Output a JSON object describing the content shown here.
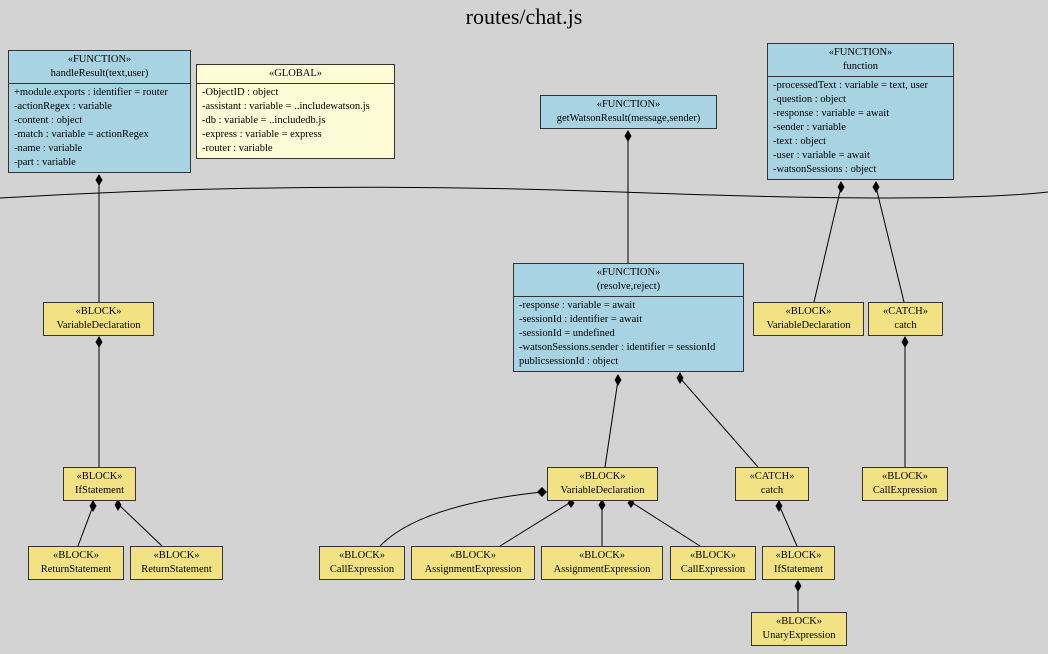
{
  "title": "routes/chat.js",
  "colors": {
    "function": "#a7d3e3",
    "global": "#fefcd6",
    "block": "#f2e283",
    "background": "#d3d3d3"
  },
  "nodes": {
    "handleResult": {
      "stereotype": "«FUNCTION»",
      "name": "handleResult(text,user)",
      "attrs": [
        "+module.exports : identifier = router",
        "-actionRegex : variable",
        "-content : object",
        "-match : variable = actionRegex",
        "-name : variable",
        "-part : variable"
      ]
    },
    "global": {
      "stereotype": "«GLOBAL»",
      "name": "",
      "attrs": [
        "-ObjectID : object",
        "-assistant : variable = ..includewatson.js",
        "-db : variable = ..includedb.js",
        "-express : variable = express",
        "-router : variable"
      ]
    },
    "getWatsonResult": {
      "stereotype": "«FUNCTION»",
      "name": "getWatsonResult(message,sender)"
    },
    "function": {
      "stereotype": "«FUNCTION»",
      "name": "function",
      "attrs": [
        "-processedText : variable = text, user",
        "-question : object",
        "-response : variable = await",
        "-sender : variable",
        "-text : object",
        "-user : variable = await",
        "-watsonSessions : object"
      ]
    },
    "resolveReject": {
      "stereotype": "«FUNCTION»",
      "name": "(resolve,reject)",
      "attrs": [
        "-response : variable = await",
        "-sessionId : identifier = await",
        "-sessionId = undefined",
        "-watsonSessions.sender : identifier = sessionId",
        "publicsessionId : object"
      ]
    },
    "vd1": {
      "stereotype": "«BLOCK»",
      "name": "VariableDeclaration"
    },
    "if1": {
      "stereotype": "«BLOCK»",
      "name": "IfStatement"
    },
    "ret1": {
      "stereotype": "«BLOCK»",
      "name": "ReturnStatement"
    },
    "ret2": {
      "stereotype": "«BLOCK»",
      "name": "ReturnStatement"
    },
    "vd2": {
      "stereotype": "«BLOCK»",
      "name": "VariableDeclaration"
    },
    "catch1": {
      "stereotype": "«CATCH»",
      "name": "catch"
    },
    "vd3": {
      "stereotype": "«BLOCK»",
      "name": "VariableDeclaration"
    },
    "catch2": {
      "stereotype": "«CATCH»",
      "name": "catch"
    },
    "call1": {
      "stereotype": "«BLOCK»",
      "name": "CallExpression"
    },
    "assign1": {
      "stereotype": "«BLOCK»",
      "name": "AssignmentExpression"
    },
    "assign2": {
      "stereotype": "«BLOCK»",
      "name": "AssignmentExpression"
    },
    "call2": {
      "stereotype": "«BLOCK»",
      "name": "CallExpression"
    },
    "if2": {
      "stereotype": "«BLOCK»",
      "name": "IfStatement"
    },
    "call3": {
      "stereotype": "«BLOCK»",
      "name": "CallExpression"
    },
    "unary": {
      "stereotype": "«BLOCK»",
      "name": "UnaryExpression"
    }
  }
}
